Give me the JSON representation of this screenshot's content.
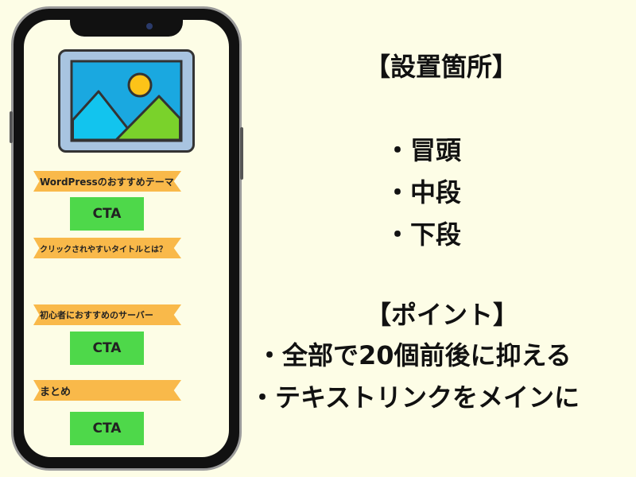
{
  "placement": {
    "heading": "【設置箇所】",
    "items": [
      "・冒頭",
      "・中段",
      "・下段"
    ]
  },
  "points": {
    "heading": "【ポイント】",
    "items": [
      "・全部で20個前後に抑える",
      "・テキストリンクをメインに"
    ]
  },
  "phone": {
    "sections": [
      {
        "label": "WordPressのおすすめテーマ",
        "cta": "CTA"
      },
      {
        "label": "クリックされやすいタイトルとは？",
        "cta": ""
      },
      {
        "label": "初心者におすすめのサーバー",
        "cta": "CTA"
      },
      {
        "label": "まとめ",
        "cta": "CTA"
      }
    ]
  },
  "colors": {
    "background": "#fdfde6",
    "ribbon": "#f9b94a",
    "cta": "#4ed84a",
    "phone_frame": "#111111"
  },
  "icons": {
    "image_placeholder": "image-placeholder-icon"
  }
}
